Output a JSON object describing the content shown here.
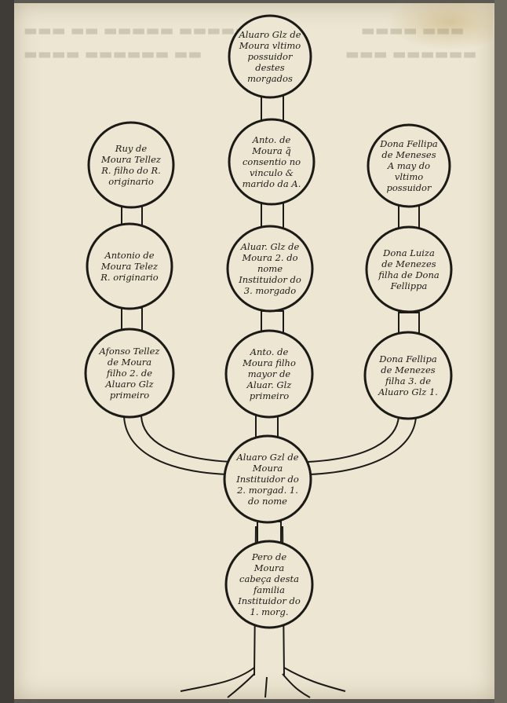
{
  "nodes": [
    {
      "id": "alvaro-ultimo",
      "text": "Aluaro Glz de Moura vltimo possuidor destes morgados"
    },
    {
      "id": "ruy-moura",
      "text": "Ruy de Moura Tellez R. filho do R. originario"
    },
    {
      "id": "antonio-consentio",
      "text": "Anto. de Moura q̃ consentio no vinculo & marido da A."
    },
    {
      "id": "dona-fellipa-mae",
      "text": "Dona Fellipa de Meneses A may do vltimo possuidor"
    },
    {
      "id": "antonio-originario",
      "text": "Antonio de Moura Telez R. originario"
    },
    {
      "id": "aluar-instituidor-3",
      "text": "Aluar. Glz de Moura 2. do nome Instituidor do 3. morgado"
    },
    {
      "id": "dona-luiza",
      "text": "Dona Luiza de Menezes filha de Dona Fellippa"
    },
    {
      "id": "afonso-tellez",
      "text": "Afonso Tellez de Moura filho 2. de Aluaro Glz primeiro"
    },
    {
      "id": "antonio-filho-mayor",
      "text": "Anto. de Moura filho mayor de Aluar. Glz primeiro"
    },
    {
      "id": "dona-fellipa-filha",
      "text": "Dona Fellipa de Menezes filha 3. de Aluaro Glz 1."
    },
    {
      "id": "alvaro-instituidor-2",
      "text": "Aluaro Gzl de Moura Instituidor do 2. morgad. 1. do nome"
    },
    {
      "id": "pero-moura",
      "text": "Pero de Moura cabeça desta familia Instituidor do 1. morg."
    }
  ]
}
